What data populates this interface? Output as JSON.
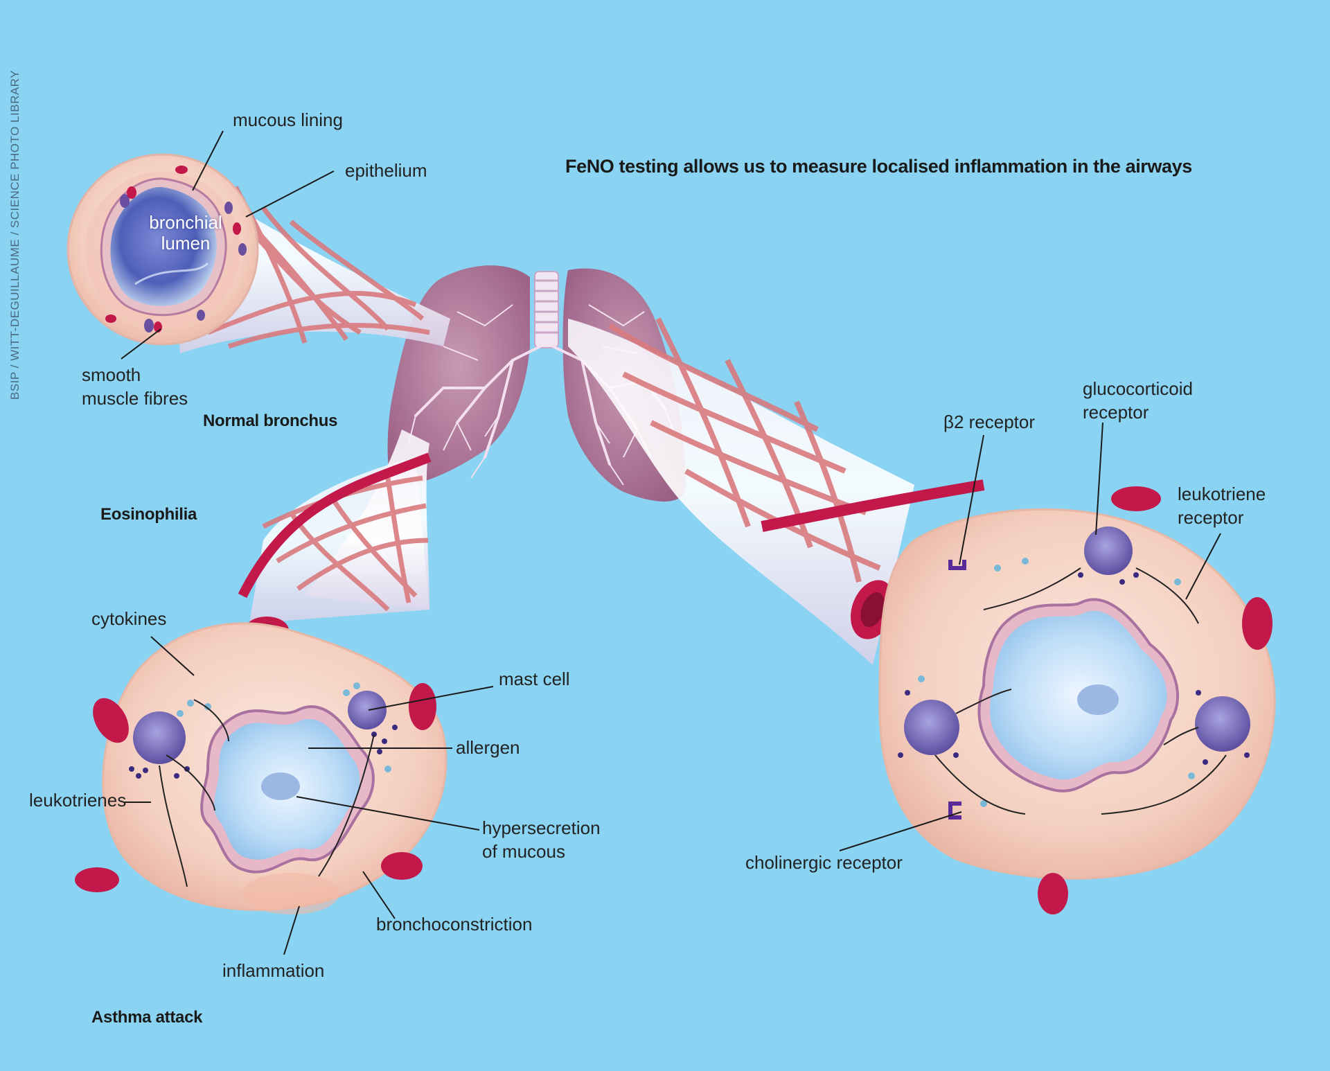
{
  "credit": "BSIP / WITT-DEGUILLAUME / SCIENCE PHOTO LIBRARY",
  "title": "FeNO testing allows us to measure localised inflammation in the airways",
  "normal_bronchus": {
    "heading": "Normal bronchus",
    "labels": {
      "mucous_lining": "mucous lining",
      "epithelium": "epithelium",
      "bronchial_lumen_1": "bronchial",
      "bronchial_lumen_2": "lumen",
      "smooth_muscle_1": "smooth",
      "smooth_muscle_2": "muscle fibres"
    }
  },
  "asthma_attack": {
    "eosinophilia": "Eosinophilia",
    "heading": "Asthma attack",
    "labels": {
      "cytokines": "cytokines",
      "mast_cell": "mast cell",
      "allergen": "allergen",
      "leukotrienes": "leukotrienes",
      "hypersecretion_1": "hypersecretion",
      "hypersecretion_2": "of mucous",
      "bronchoconstriction": "bronchoconstriction",
      "inflammation": "inflammation"
    }
  },
  "treatment": {
    "labels": {
      "b2_receptor": "β2 receptor",
      "glucocorticoid_1": "glucocorticoid",
      "glucocorticoid_2": "receptor",
      "leukotriene_1": "leukotriene",
      "leukotriene_2": "receptor",
      "cholinergic": "cholinergic receptor"
    }
  },
  "colors": {
    "background": "#8ad3f2",
    "lung": "#b0789a",
    "muscle": "#d97a7e",
    "vessel": "#c2184a",
    "tissue": "#f6d5c8",
    "lumen": "#cfe6fb",
    "mast_cell": "#7a6fb8"
  }
}
